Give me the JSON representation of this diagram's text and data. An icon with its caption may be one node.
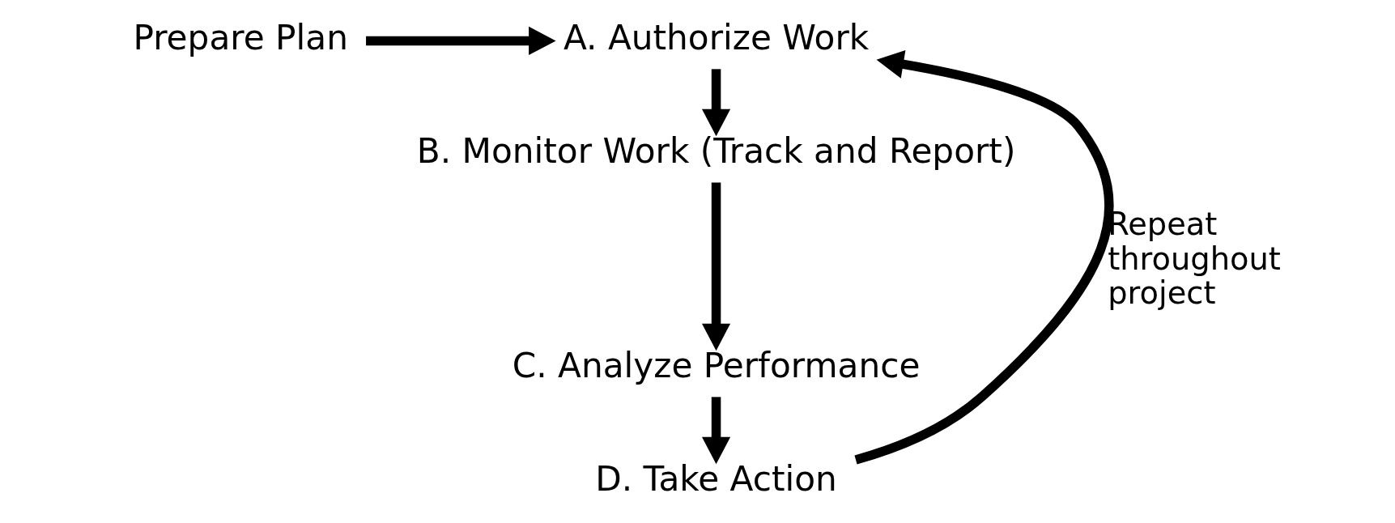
{
  "diagram": {
    "nodes": [
      {
        "text": [
          "Prepare Plan"
        ]
      },
      {
        "text": [
          "A. Authorize Work"
        ]
      },
      {
        "text": [
          "B. Monitor Work (Track and Report)"
        ]
      },
      {
        "text": [
          "C. Analyze Performance"
        ]
      },
      {
        "text": [
          "D. Take Action"
        ]
      }
    ],
    "edges": [
      {
        "from": 0,
        "to": 1,
        "arrow": "to"
      },
      {
        "from": 1,
        "to": 2,
        "arrow": "to"
      },
      {
        "from": 2,
        "to": 3,
        "arrow": "to"
      },
      {
        "from": 3,
        "to": 4,
        "arrow": "to"
      },
      {
        "from": 4,
        "to": 1,
        "arrow": "to",
        "label": "Repeat throughout project"
      }
    ]
  }
}
